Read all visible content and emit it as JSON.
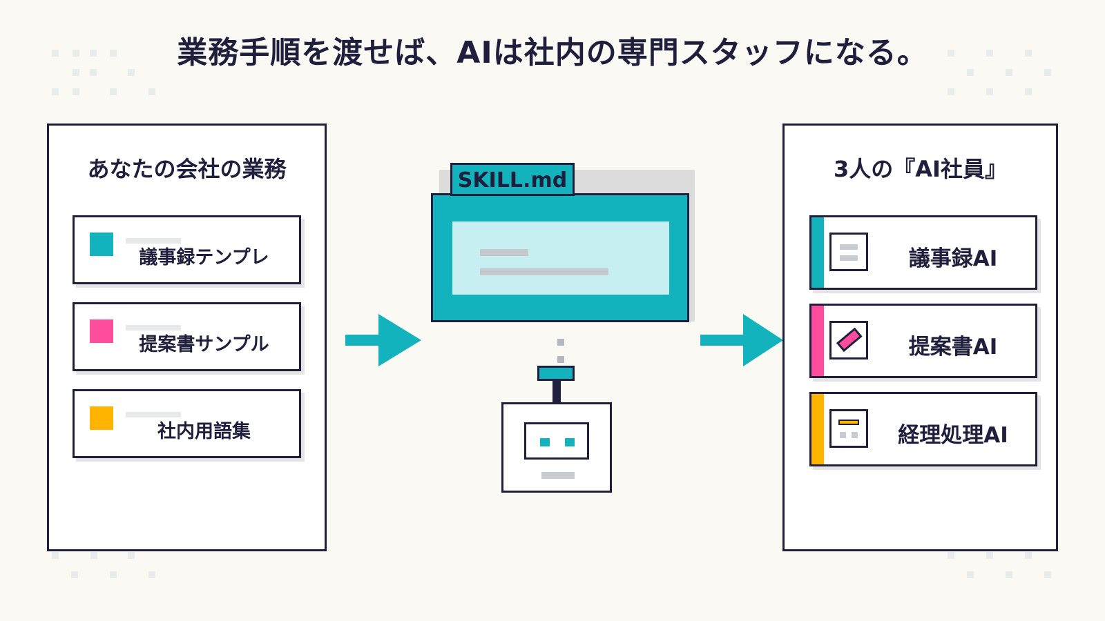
{
  "title": "業務手順を渡せば、AIは社内の専門スタッフになる。",
  "source_panel": {
    "heading": "あなたの会社の業務",
    "items": [
      {
        "label": "議事録テンプレ",
        "color": "#12b3bd"
      },
      {
        "label": "提案書サンプル",
        "color": "#ff4d9d"
      },
      {
        "label": "社内用語集",
        "color": "#ffb400"
      }
    ]
  },
  "skill_file": {
    "label": "SKILL.md",
    "color": "#12b3bd"
  },
  "output_panel": {
    "heading": "3人の『AI社員』",
    "items": [
      {
        "label": "議事録AI",
        "color": "#12b3bd",
        "icon": "document-icon"
      },
      {
        "label": "提案書AI",
        "color": "#ff4d9d",
        "icon": "pencil-icon"
      },
      {
        "label": "経理処理AI",
        "color": "#ffb400",
        "icon": "ledger-icon"
      }
    ]
  },
  "colors": {
    "ink": "#1f1f3d",
    "teal": "#12b3bd",
    "pink": "#ff4d9d",
    "yellow": "#ffb400",
    "background": "#faf9f4"
  }
}
